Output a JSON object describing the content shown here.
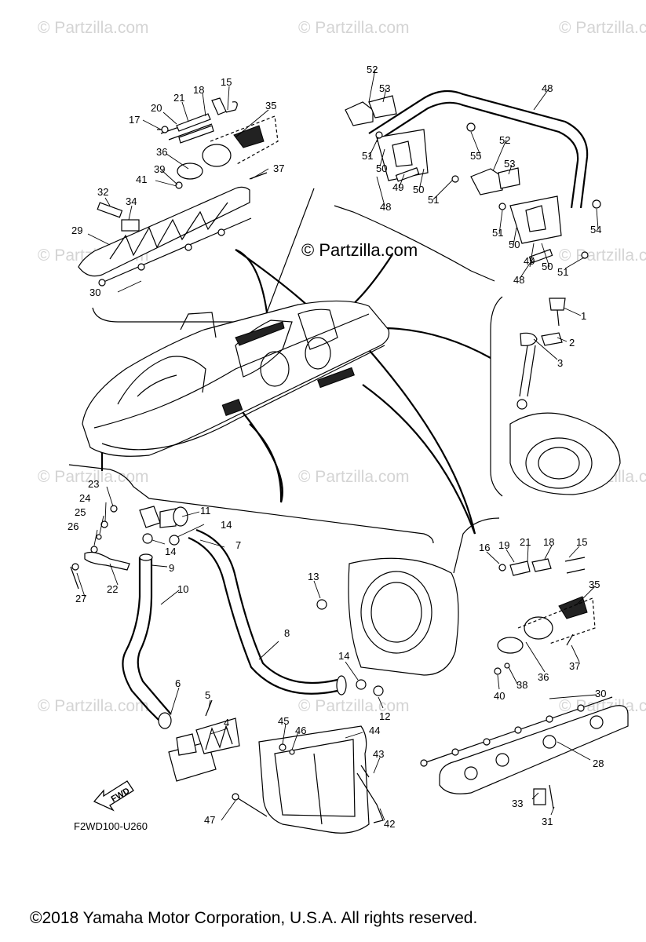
{
  "watermark": {
    "text": "© Partzilla.com",
    "center_text": "© Partzilla.com"
  },
  "diagram_code": "F2WD100-U260",
  "fwd_label": "FWD",
  "footer": "©2018  Yamaha Motor Corporation, U.S.A. All rights reserved.",
  "callouts": [
    "1",
    "2",
    "3",
    "4",
    "5",
    "6",
    "7",
    "8",
    "9",
    "10",
    "11",
    "12",
    "13",
    "14",
    "14",
    "14",
    "15",
    "15",
    "16",
    "17",
    "18",
    "18",
    "19",
    "20",
    "21",
    "21",
    "22",
    "23",
    "24",
    "25",
    "26",
    "27",
    "28",
    "29",
    "30",
    "30",
    "31",
    "32",
    "33",
    "34",
    "35",
    "35",
    "36",
    "36",
    "37",
    "37",
    "38",
    "39",
    "40",
    "41",
    "42",
    "43",
    "44",
    "45",
    "46",
    "47",
    "48",
    "48",
    "48",
    "49",
    "49",
    "50",
    "50",
    "50",
    "50",
    "51",
    "51",
    "51",
    "51",
    "52",
    "52",
    "53",
    "53",
    "54",
    "55"
  ]
}
